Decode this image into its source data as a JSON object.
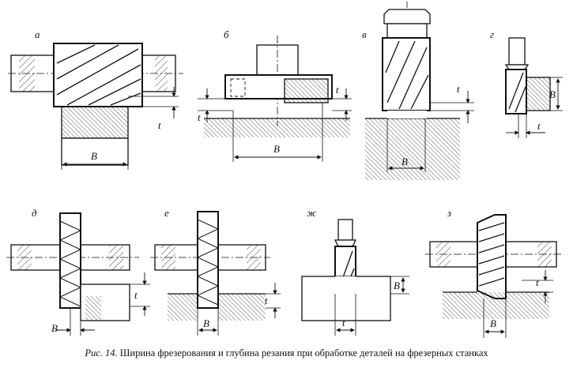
{
  "panels": [
    {
      "label": "а",
      "dims": [
        "t",
        "B"
      ]
    },
    {
      "label": "б",
      "dims": [
        "t",
        "t",
        "B"
      ]
    },
    {
      "label": "в",
      "dims": [
        "t",
        "B"
      ]
    },
    {
      "label": "г",
      "dims": [
        "B",
        "t"
      ]
    },
    {
      "label": "д",
      "dims": [
        "t",
        "B"
      ]
    },
    {
      "label": "е",
      "dims": [
        "t",
        "B"
      ]
    },
    {
      "label": "ж",
      "dims": [
        "B",
        "t"
      ]
    },
    {
      "label": "з",
      "dims": [
        "t",
        "B"
      ]
    }
  ],
  "caption": {
    "number": "Рис. 14.",
    "text": "Ширина фрезерования и глубина резания при обработке деталей на фрезерных станках"
  },
  "colors": {
    "ink": "#111111",
    "background": "#ffffff"
  }
}
